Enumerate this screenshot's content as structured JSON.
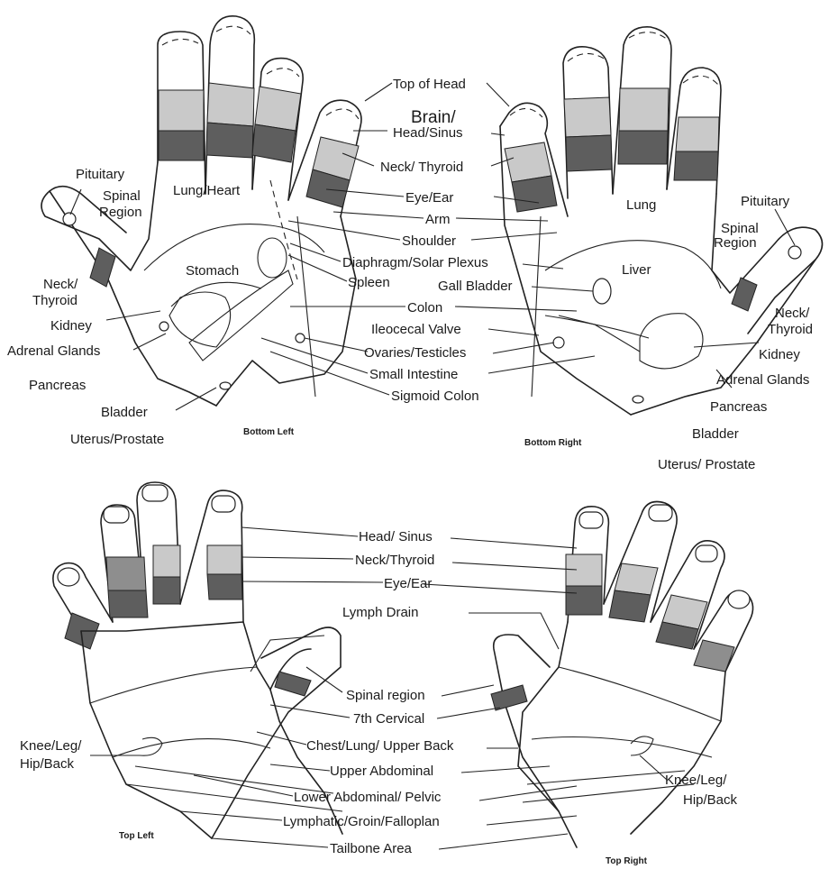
{
  "labels": {
    "top_of_head": "Top of Head",
    "brain": "Brain/",
    "head_sinus": "Head/Sinus",
    "neck_thyroid_center": "Neck/ Thyroid",
    "eye_ear_center": "Eye/Ear",
    "arm": "Arm",
    "shoulder": "Shoulder",
    "diaphragm": "Diaphragm/Solar Plexus",
    "spleen": "Spleen",
    "gall_bladder": "Gall Bladder",
    "colon": "Colon",
    "ileocecal": "Ileocecal Valve",
    "ovaries": "Ovaries/Testicles",
    "small_intestine": "Small Intestine",
    "sigmoid": "Sigmoid Colon",
    "pituitary_left": "Pituitary",
    "spinal_region_left_1": "Spinal",
    "spinal_region_left_2": "Region",
    "lung_heart": "Lung/Heart",
    "stomach": "Stomach",
    "neck_left_1": "Neck/",
    "neck_left_2": "Thyroid",
    "kidney_left": "Kidney",
    "adrenal_left": "Adrenal Glands",
    "pancreas_left": "Pancreas",
    "bladder_left": "Bladder",
    "uterus_left": "Uterus/Prostate",
    "bottom_left": "Bottom Left",
    "bottom_right": "Bottom Right",
    "pituitary_right": "Pituitary",
    "spinal_region_right_1": "Spinal",
    "spinal_region_right_2": "Region",
    "lung": "Lung",
    "liver": "Liver",
    "neck_right_1": "Neck/",
    "neck_right_2": "Thyroid",
    "kidney_right": "Kidney",
    "adrenal_right": "Adrenal Glands",
    "pancreas_right": "Pancreas",
    "bladder_right": "Bladder",
    "uterus_right": "Uterus/ Prostate",
    "head_sinus_bottom": "Head/ Sinus",
    "neck_thyroid_bottom": "Neck/Thyroid",
    "eye_ear_bottom": "Eye/Ear",
    "lymph_drain": "Lymph Drain",
    "spinal_region_bottom": "Spinal region",
    "cervical": "7th Cervical",
    "chest_lung": "Chest/Lung/ Upper Back",
    "upper_abdominal": "Upper Abdominal",
    "lower_abdominal": "Lower Abdominal/ Pelvic",
    "lymphatic": "Lymphatic/Groin/Falloplan",
    "tailbone": "Tailbone Area",
    "knee_left_1": "Knee/Leg/",
    "knee_left_2": "Hip/Back",
    "knee_right_1": "Knee/Leg/",
    "knee_right_2": "Hip/Back",
    "top_left": "Top Left",
    "top_right": "Top Right"
  }
}
